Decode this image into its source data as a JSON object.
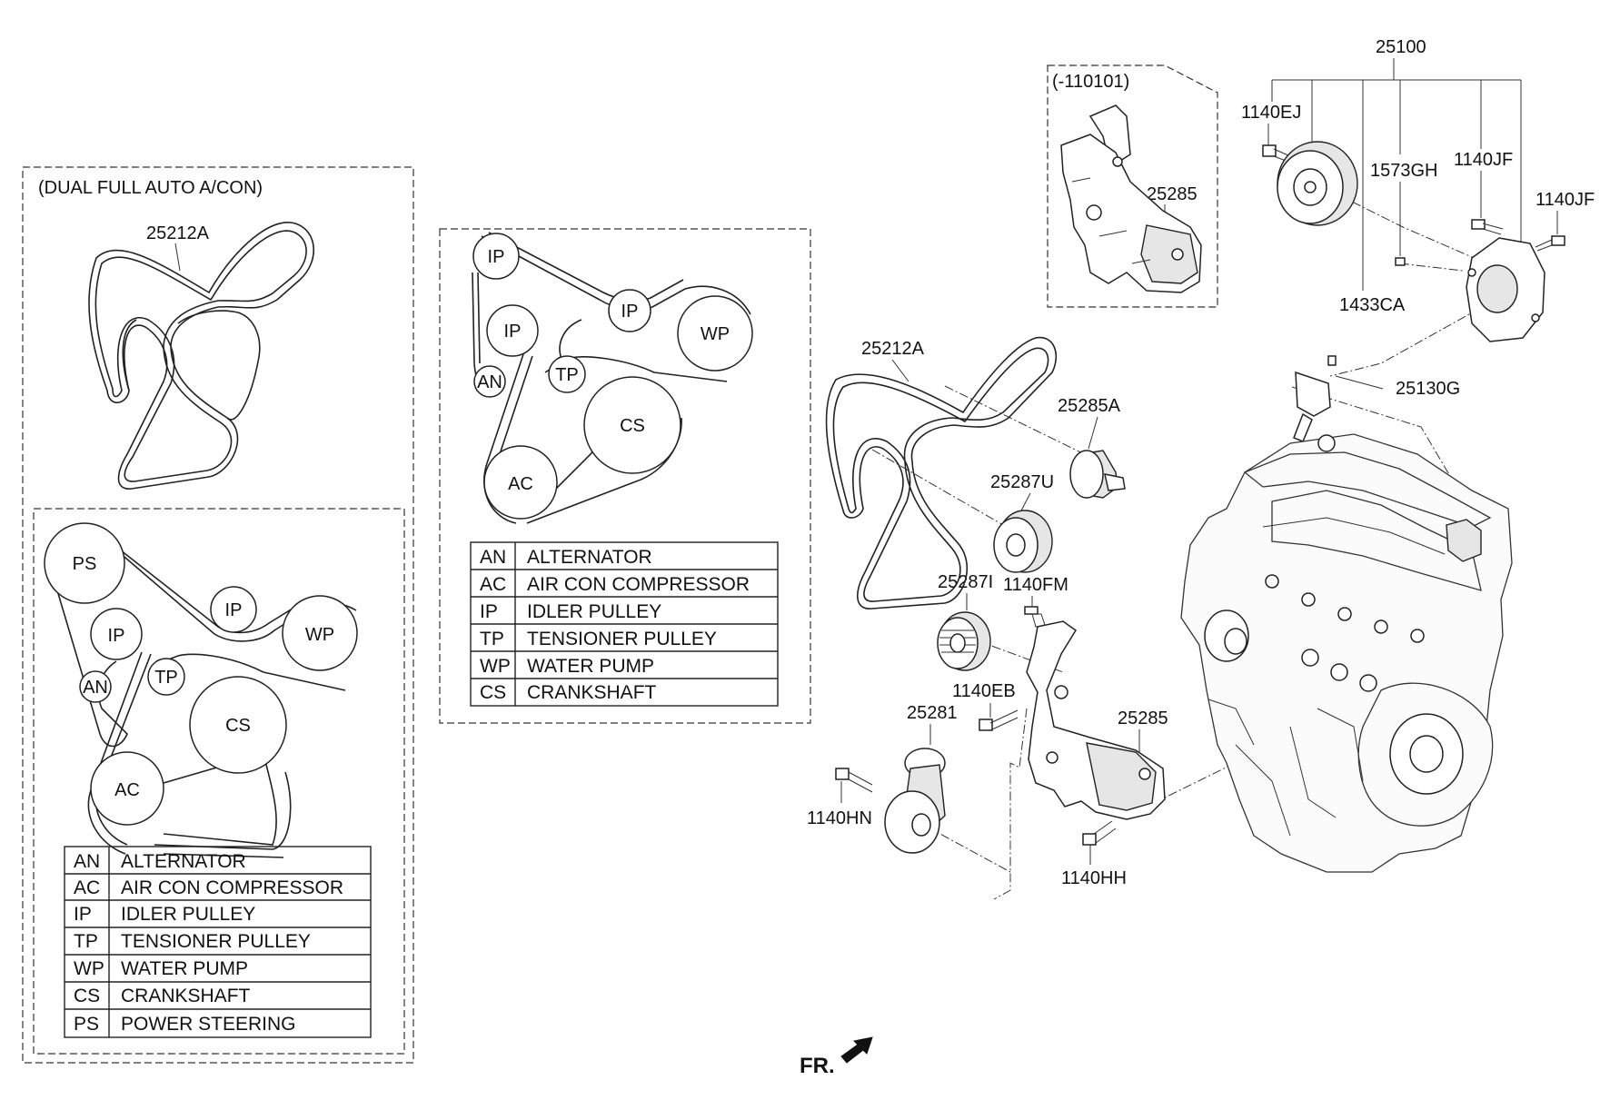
{
  "left_box": {
    "caption": "(DUAL FULL AUTO A/CON)",
    "belt_label": "25212A",
    "pulleys": [
      "PS",
      "IP",
      "AN",
      "IP",
      "TP",
      "WP",
      "CS",
      "AC"
    ],
    "legend": [
      {
        "code": "AN",
        "name": "ALTERNATOR"
      },
      {
        "code": "AC",
        "name": "AIR CON COMPRESSOR"
      },
      {
        "code": "IP",
        "name": "IDLER PULLEY"
      },
      {
        "code": "TP",
        "name": " TENSIONER PULLEY"
      },
      {
        "code": "WP",
        "name": " WATER PUMP"
      },
      {
        "code": "CS",
        "name": "CRANKSHAFT"
      },
      {
        "code": "PS",
        "name": "POWER STEERING"
      }
    ]
  },
  "middle_box": {
    "pulleys": [
      "IP",
      "IP",
      "AN",
      "IP",
      "WP",
      "TP",
      "CS",
      "AC"
    ],
    "legend": [
      {
        "code": "AN",
        "name": "ALTERNATOR"
      },
      {
        "code": "AC",
        "name": "AIR CON COMPRESSOR"
      },
      {
        "code": "IP",
        "name": "IDLER PULLEY"
      },
      {
        "code": "TP",
        "name": " TENSIONER PULLEY"
      },
      {
        "code": "WP",
        "name": " WATER PUMP"
      },
      {
        "code": "CS",
        "name": "CRANKSHAFT"
      }
    ]
  },
  "inset_box": {
    "caption": "(-110101)",
    "part_label": "25285"
  },
  "part_labels": {
    "wp_assy": "25100",
    "bolt_ej": "1140EJ",
    "pin_gh": "1573GH",
    "bolt_jf_1": "1140JF",
    "bolt_jf_2": "1140JF",
    "pin_ca": "1433CA",
    "gasket": "25130G",
    "belt": "25212A",
    "idler_a": "25285A",
    "idler_u": "25287U",
    "idler_i": "25287I",
    "bolt_fm": "1140FM",
    "bolt_eb": "1140EB",
    "tensioner": "25281",
    "bracket": "25285",
    "bolt_hn": "1140HN",
    "bolt_hh": "1140HH"
  },
  "front_marker": "FR."
}
